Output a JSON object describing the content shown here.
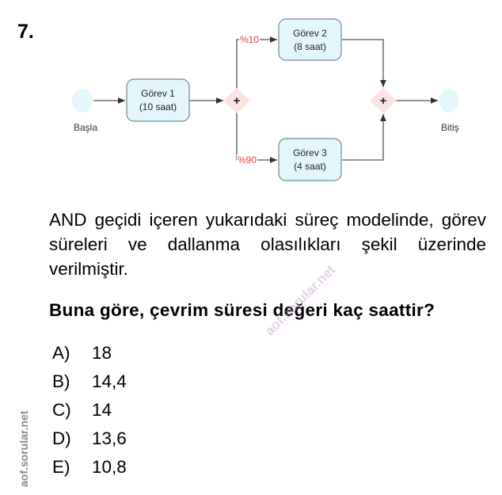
{
  "question_number": "7.",
  "diagram": {
    "start_label": "Başla",
    "end_label": "Bitiş",
    "task1": {
      "name": "Görev 1",
      "duration": "(10 saat)"
    },
    "task2": {
      "name": "Görev 2",
      "duration": "(8 saat)"
    },
    "task3": {
      "name": "Görev 3",
      "duration": "(4 saat)"
    },
    "branch_top_prob": "%10",
    "branch_bottom_prob": "%90",
    "gateway_symbol": "+",
    "colors": {
      "task_fill": "#e3f6fb",
      "task_stroke": "#6e8a95",
      "gateway_fill": "#fbe3e3",
      "event_fill": "#e4f7fb",
      "prob_text": "#e8403f",
      "line": "#444444"
    }
  },
  "stem": "AND geçidi içeren yukarıdaki süreç modelinde, görev süreleri ve dallanma olasılıkları şekil üzerinde verilmiştir.",
  "question": "Buna göre, çevrim süresi değeri kaç saattir?",
  "options": [
    {
      "letter": "A)",
      "value": "18"
    },
    {
      "letter": "B)",
      "value": "14,4"
    },
    {
      "letter": "C)",
      "value": "14"
    },
    {
      "letter": "D)",
      "value": "13,6"
    },
    {
      "letter": "E)",
      "value": "10,8"
    }
  ],
  "watermark_diagonal": "aof.sorular.net",
  "watermark_side": "aof.sorular.net"
}
